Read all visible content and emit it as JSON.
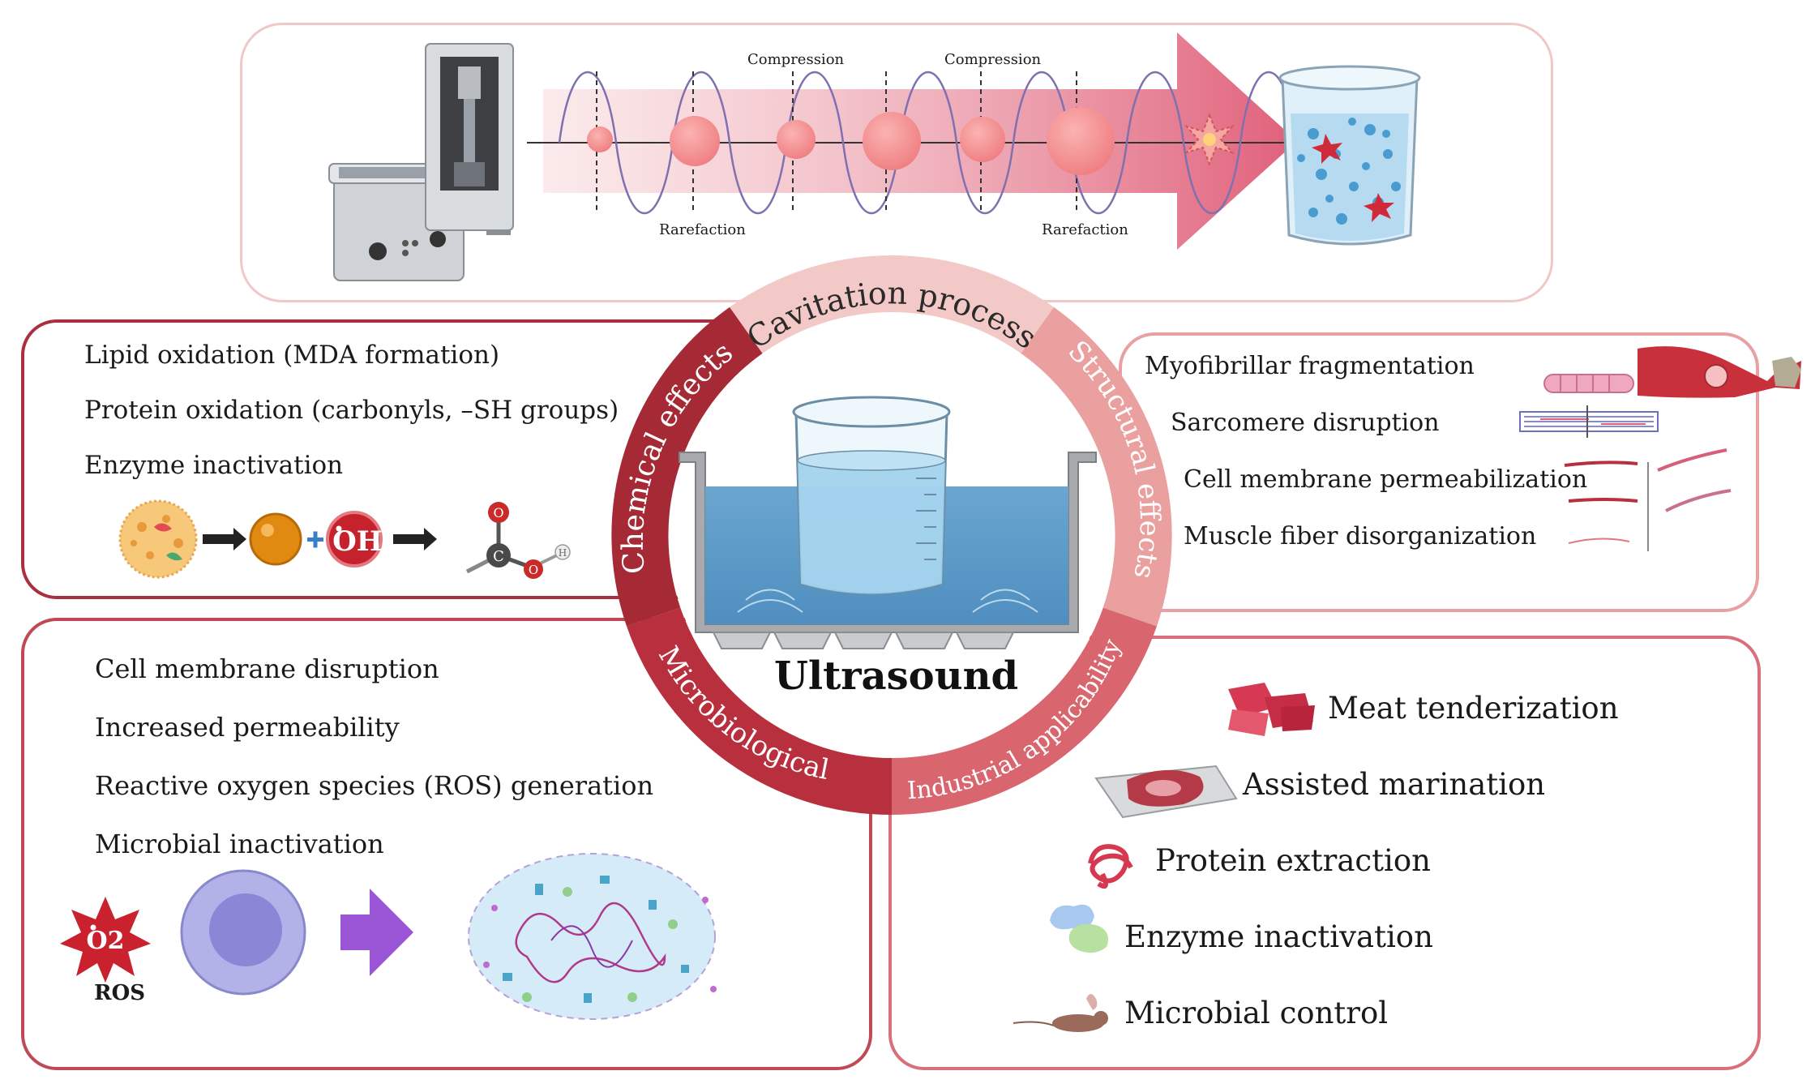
{
  "cavitation": {
    "compression_label_1": "Compression",
    "compression_label_2": "Compression",
    "rarefaction_label_1": "Rarefaction",
    "rarefaction_label_2": "Rarefaction"
  },
  "ring": {
    "center_title": "Ultrasound",
    "segments": {
      "cavitation": "Cavitation process",
      "structural": "Structural effects",
      "industrial": "Industrial applicability",
      "microbiological": "Microbiological",
      "chemical": "Chemical effects"
    }
  },
  "chemical": {
    "items": [
      "Lipid oxidation (MDA formation)",
      "Protein oxidation (carbonyls, –SH groups)",
      "Enzyme inactivation"
    ],
    "radical_label": "OH",
    "atoms": {
      "oxygen": "O",
      "carbon": "C",
      "hydrogen": "H"
    }
  },
  "structural": {
    "items": [
      "Myofibrillar fragmentation",
      "Sarcomere disruption",
      "Cell membrane permeabilization",
      "Muscle fiber disorganization"
    ]
  },
  "microbiological": {
    "items": [
      "Cell membrane disruption",
      "Increased permeability",
      "Reactive oxygen species (ROS) generation",
      "Microbial inactivation"
    ],
    "ros_symbol": "O2",
    "ros_label": "ROS"
  },
  "industrial": {
    "items": [
      "Meat tenderization",
      "Assisted marination",
      "Protein extraction",
      "Enzyme inactivation",
      "Microbial control"
    ]
  },
  "colors": {
    "ring_cavitation": "#f2c9c7",
    "ring_structural": "#e9a09e",
    "ring_industrial": "#d9666e",
    "ring_microbiological": "#b8303d",
    "ring_chemical": "#a52a35",
    "bubble": "#f58a8c",
    "water": "#7fb4d6"
  }
}
